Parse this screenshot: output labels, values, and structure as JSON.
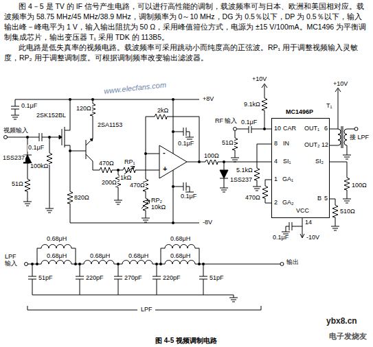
{
  "diagram": {
    "caption": "图 4-5 视频调制电路",
    "nodes": [
      {
        "text": [
          "MC1496P"
        ]
      }
    ],
    "labels": [
      "图 4－5 是 TV 的 IF 信号产生电路，可以进行高性能的调制，载波频率可与日本、欧洲和美国相对应。载波频率为 58.75 MHz/45 MHz/38.9 MHz，调制频率为 0～10 MHz，DG 为 0.5％以下，DP 为 0.5％以下，输入输出峰－峰电平为 1 V，输入输出阻抗为 50 Ω，采用峰值箝位方式，电源为 ±15 V/100mA。MC1496 为平衡调制集成芯片，输出变压器 T₁ 采用 TDK 的 113B5。",
      "此电路是低失真率的视频电路。载波频率可采用跳动小而纯度高的正弦波。RP₁ 用于调整视频输入灵敏度，RP₂ 用于调整调制度。可根据调制频率改变输出滤波器。",
      "www.elecfans.com",
      "视频输入",
      "0.1μF",
      "1SS237",
      "51Ω",
      "2SK152BL",
      "0.1μF",
      "120Ω",
      "2SA1153",
      "100kΩ",
      "820Ω",
      "470Ω",
      "RP₁",
      "1kΩ",
      "200Ω",
      "470Ω",
      "RP₂",
      "10kΩ",
      "+8V",
      "-8V",
      "2kΩ",
      "0.1μF",
      "-",
      "+",
      "100Ω",
      "1SS237",
      "0.1μF",
      "RF 输入",
      "0.1μF",
      "9.1kΩ",
      "51Ω",
      "5.1kΩ",
      "470Ω",
      "+10V",
      "+10V",
      "10",
      "CAR",
      "8",
      "IN",
      "4",
      "SI₁",
      "1",
      "GA₁",
      "2",
      "GA₂",
      "OUT₁",
      "6",
      "OUT₂",
      "12",
      "SI₂",
      "B",
      "5",
      "VCC",
      "14",
      "0.1μF",
      "-10V",
      "T₁",
      "接 LPF",
      "100Ω",
      "510Ω",
      "LPF 输入",
      "0.68μH",
      "0.68μH",
      "0.68μH",
      "0.68μH",
      "0.68μH",
      "0.68μH",
      "51pF",
      "220pF",
      "270pF",
      "220pF",
      "51pF",
      "输出",
      "LPF",
      "ybx8.cn",
      "电子发烧友"
    ]
  }
}
